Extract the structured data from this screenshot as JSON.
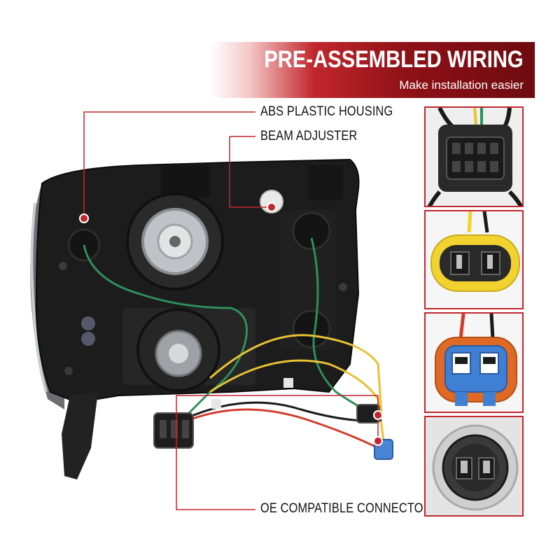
{
  "banner": {
    "title": "PRE-ASSEMBLED WIRING",
    "subtitle": "Make installation easier"
  },
  "callouts": {
    "housing": "ABS PLASTIC HOUSING",
    "adjuster": "BEAM ADJUSTER",
    "connectors": "OE COMPATIBLE CONNECTORS"
  },
  "colors": {
    "accent": "#c1272d",
    "housing": "#1c1c1c",
    "connector_yellow": "#f2d22e",
    "connector_orange": "#e06a24",
    "connector_blue": "#3f7fd4"
  },
  "thumbnails": [
    {
      "icon": "multi-pin-connector-icon"
    },
    {
      "icon": "yellow-h11-connector-icon"
    },
    {
      "icon": "blue-orange-9006-connector-icon"
    },
    {
      "icon": "round-bulb-socket-icon"
    }
  ]
}
